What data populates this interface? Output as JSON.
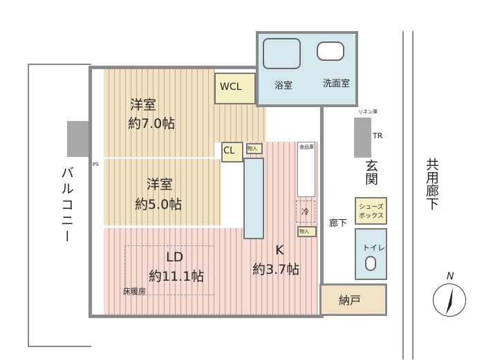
{
  "rooms": {
    "western1": {
      "name": "洋室",
      "size": "約7.0帖"
    },
    "western2": {
      "name": "洋室",
      "size": "約5.0帖"
    },
    "ld": {
      "name": "LD",
      "size": "約11.1帖",
      "note": "床暖房"
    },
    "kitchen": {
      "name": "K",
      "size": "約3.7帖"
    },
    "wcl": "WCL",
    "cl": "CL",
    "bath": "浴室",
    "washroom": "洗面室",
    "entrance": "玄関",
    "hallway": "廊下",
    "shoebox": "シューズボックス",
    "toilet": "トイレ",
    "storeroom": "納戸",
    "storage1": "物入",
    "storage2": "物入",
    "pantry": "食品庫",
    "fridge": "冷",
    "linen": "リネン庫",
    "ps": "PS",
    "tr": "TR"
  },
  "outside": {
    "balcony": "バルコニー",
    "corridor": "共用廊下"
  },
  "compass": {
    "label": "N"
  }
}
